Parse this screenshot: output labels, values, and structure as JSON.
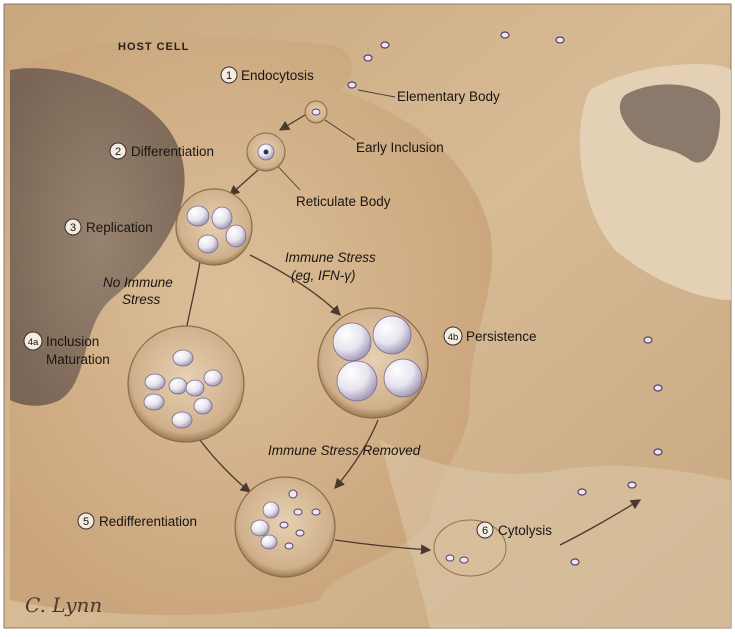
{
  "title": "HOST CELL",
  "steps": [
    {
      "num": "1",
      "label": "Endocytosis"
    },
    {
      "num": "2",
      "label": "Differentiation"
    },
    {
      "num": "3",
      "label": "Replication"
    },
    {
      "num": "4a",
      "label_line1": "Inclusion",
      "label_line2": "Maturation"
    },
    {
      "num": "4b",
      "label": "Persistence"
    },
    {
      "num": "5",
      "label": "Redifferentiation"
    },
    {
      "num": "6",
      "label": "Cytolysis"
    }
  ],
  "callouts": {
    "elementary_body": "Elementary Body",
    "early_inclusion": "Early Inclusion",
    "reticulate_body": "Reticulate Body"
  },
  "branches": {
    "no_stress_line1": "No Immune",
    "no_stress_line2": "Stress",
    "stress_line1": "Immune Stress",
    "stress_line2": "(eg, IFN-γ)",
    "stress_removed": "Immune Stress Removed"
  },
  "signature": "C. Lynn"
}
